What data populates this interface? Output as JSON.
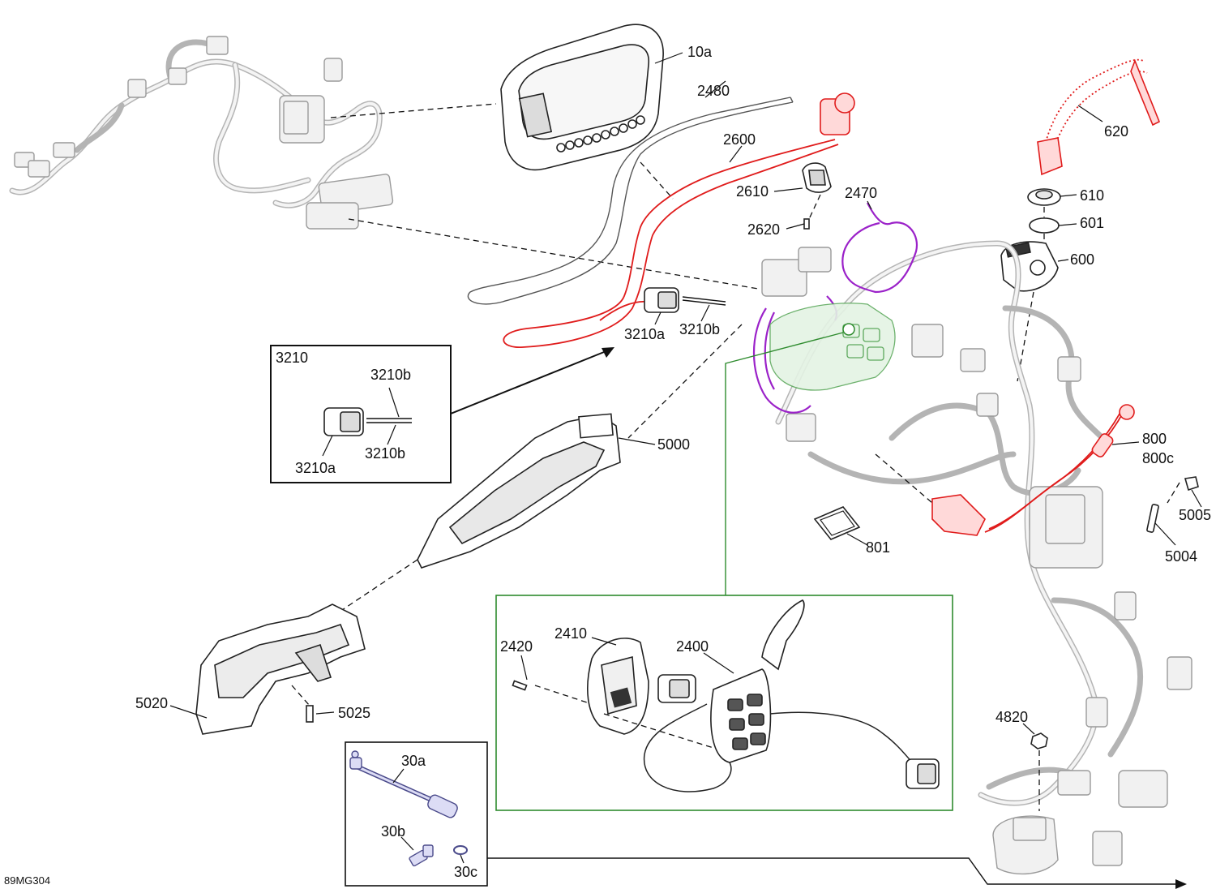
{
  "diagram_code": "89MG304",
  "callouts": {
    "c10a": "10a",
    "c2480": "2480",
    "c2600": "2600",
    "c2610": "2610",
    "c2620": "2620",
    "c2470": "2470",
    "c620": "620",
    "c610": "610",
    "c601": "601",
    "c600": "600",
    "c3210a": "3210a",
    "c3210b": "3210b",
    "c5000": "5000",
    "c800": "800",
    "c800c": "800c",
    "c5005": "5005",
    "c5004": "5004",
    "c801": "801",
    "c5020": "5020",
    "c5025": "5025",
    "c4820": "4820"
  },
  "detail_3210": {
    "title": "3210",
    "c3210b_top": "3210b",
    "c3210b_bottom": "3210b",
    "c3210a": "3210a"
  },
  "detail_switch": {
    "c2420": "2420",
    "c2410": "2410",
    "c2400": "2400"
  },
  "detail_30": {
    "c30a": "30a",
    "c30b": "30b",
    "c30c": "30c"
  },
  "colors": {
    "highlight_red": "#e01c1c",
    "highlight_purple": "#9b22c9",
    "detail_green": "#2e8b2e",
    "ghost_gray": "#b4b4b4"
  }
}
